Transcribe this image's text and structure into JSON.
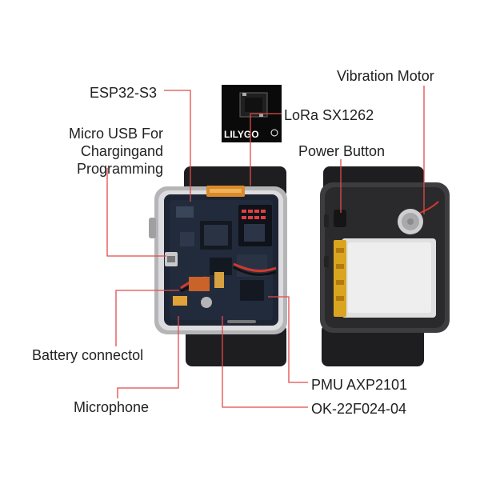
{
  "brand": {
    "logo_text": "LILYGO"
  },
  "labels": {
    "esp32": "ESP32-S3",
    "usb": "Micro USB For\nChargingand\nProgramming",
    "lora": "LoRa SX1262",
    "vibration": "Vibration Motor",
    "power": "Power Button",
    "battery": "Battery connectol",
    "microphone": "Microphone",
    "pmu": "PMU AXP2101",
    "ok": "OK-22F024-04"
  },
  "colors": {
    "leader_line": "#e24a4a",
    "strap": "#1e1e20",
    "pcb": "#1d2433",
    "battery": "#e0e0e0",
    "battery_edge": "#d9a520",
    "case": "#b5b5b7"
  }
}
